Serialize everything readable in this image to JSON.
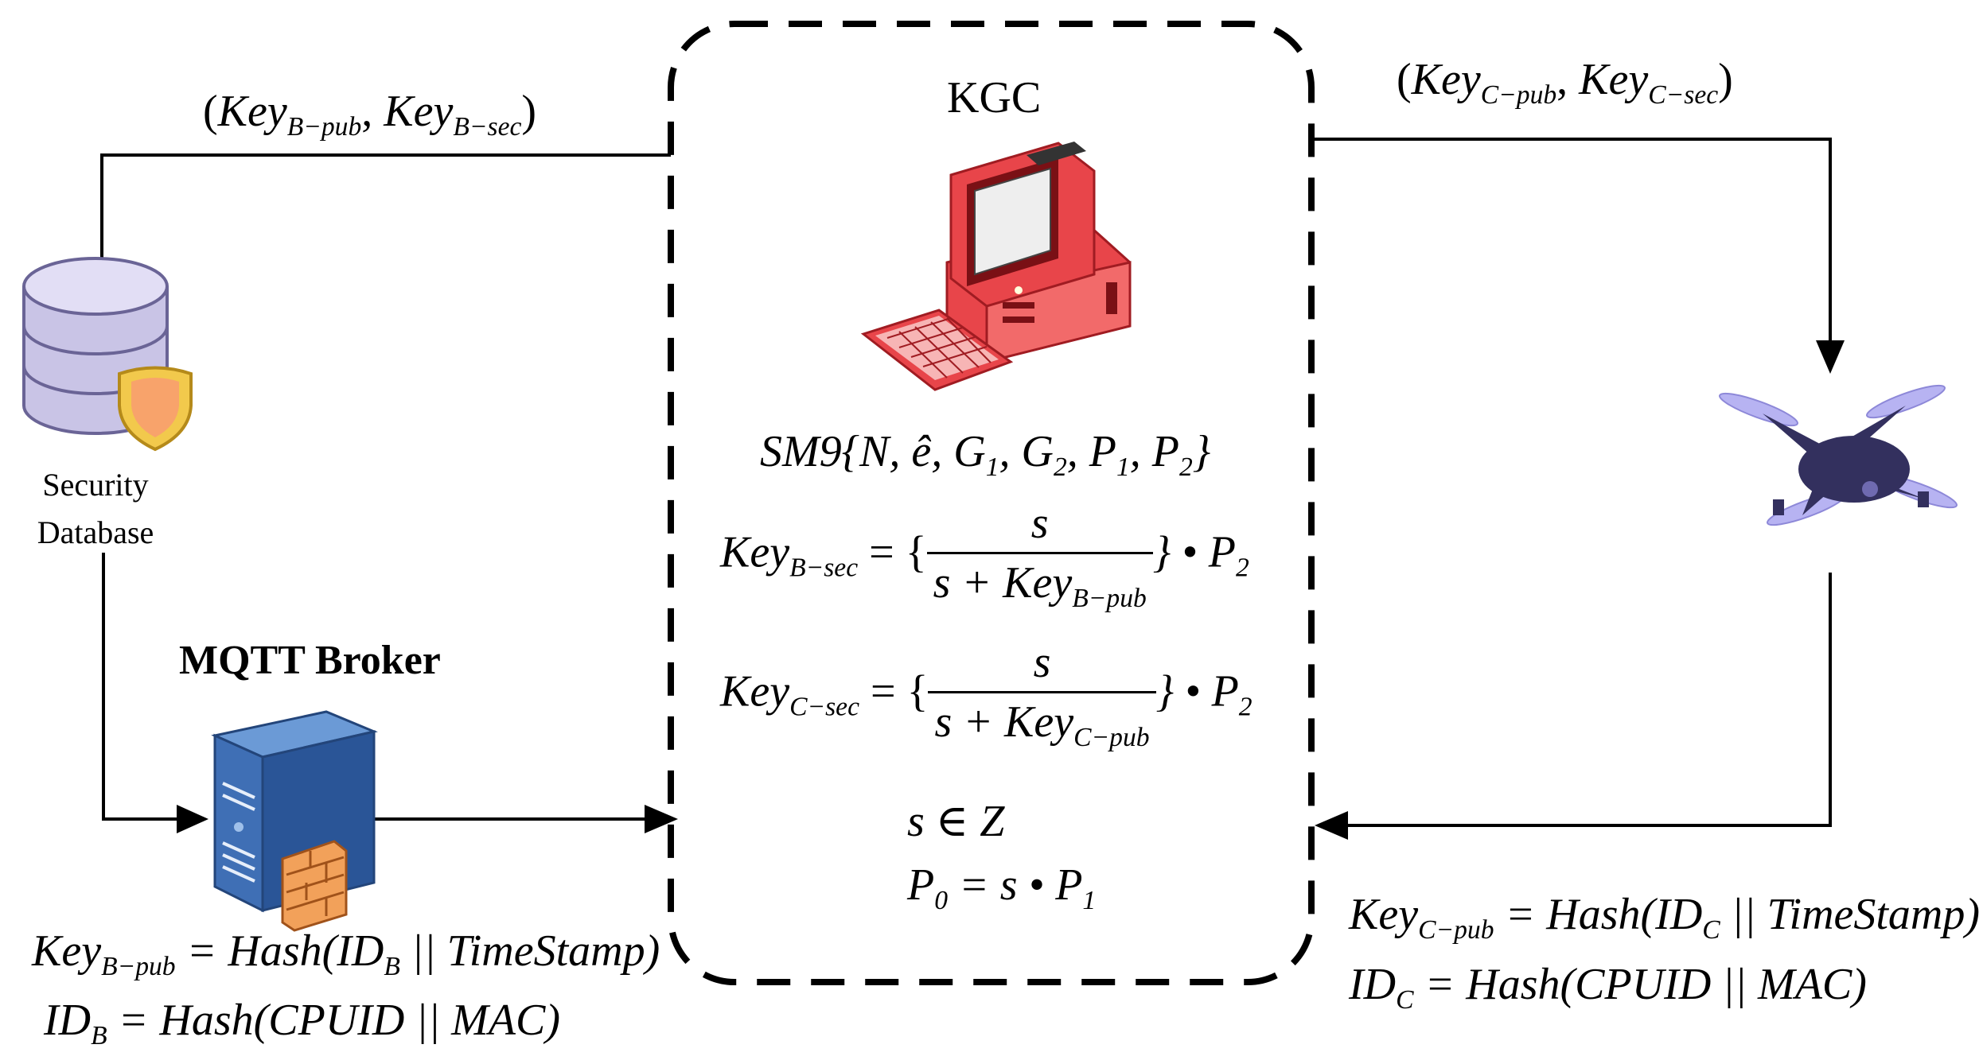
{
  "kgc": {
    "title": "KGC",
    "system_params": {
      "prefix": "SM9{",
      "params": [
        "N",
        "ê",
        "G",
        "1",
        "G",
        "2",
        "P",
        "1",
        "P",
        "2"
      ],
      "suffix": "}"
    },
    "key_b_sec": {
      "lhs": "Key",
      "lhs_sub": "B−sec",
      "eq": " = {",
      "num": "s",
      "den_prefix": "s + Key",
      "den_sub": "B−pub",
      "rhs": "} • P",
      "rhs_sub": "2"
    },
    "key_c_sec": {
      "lhs": "Key",
      "lhs_sub": "C−sec",
      "eq": " = {",
      "num": "s",
      "den_prefix": "s + Key",
      "den_sub": "C−pub",
      "rhs": "} • P",
      "rhs_sub": "2"
    },
    "s_in_z": "s ∈ Z",
    "p0": {
      "lhs": "P",
      "lhs_sub": "0",
      "mid": " = s • P",
      "rhs_sub": "1"
    }
  },
  "left_pair": {
    "open": "(",
    "a": "Key",
    "a_sub": "B−pub",
    "sep": ", ",
    "b": "Key",
    "b_sub": "B−sec",
    "close": ")"
  },
  "right_pair": {
    "open": "(",
    "a": "Key",
    "a_sub": "C−pub",
    "sep": ", ",
    "b": "Key",
    "b_sub": "C−sec",
    "close": ")"
  },
  "security_db": {
    "line1": "Security",
    "line2": "Database"
  },
  "broker": {
    "title": "MQTT Broker",
    "key_pub": {
      "lhs": "Key",
      "lhs_sub": "B−pub",
      "rhs": " = Hash(ID",
      "rhs_sub": "B",
      "tail": " || TimeStamp)"
    },
    "id": {
      "lhs": "ID",
      "lhs_sub": "B",
      "rhs": " = Hash(CPUID || MAC)"
    }
  },
  "drone": {
    "key_pub": {
      "lhs": "Key",
      "lhs_sub": "C−pub",
      "rhs": " = Hash(ID",
      "rhs_sub": "C",
      "tail": " || TimeStamp)"
    },
    "id": {
      "lhs": "ID",
      "lhs_sub": "C",
      "rhs": " = Hash(CPUID || MAC)"
    }
  },
  "colors": {
    "kgc_red": "#f04a4a",
    "db_lavender": "#c9c4e6",
    "shield_gold": "#f2c94c",
    "server_blue": "#3f6fb5",
    "drone_navy": "#33305e",
    "propeller": "#b7b3f2"
  },
  "icons": [
    "computer-icon",
    "database-icon",
    "shield-icon",
    "server-icon",
    "firewall-icon",
    "drone-icon"
  ]
}
